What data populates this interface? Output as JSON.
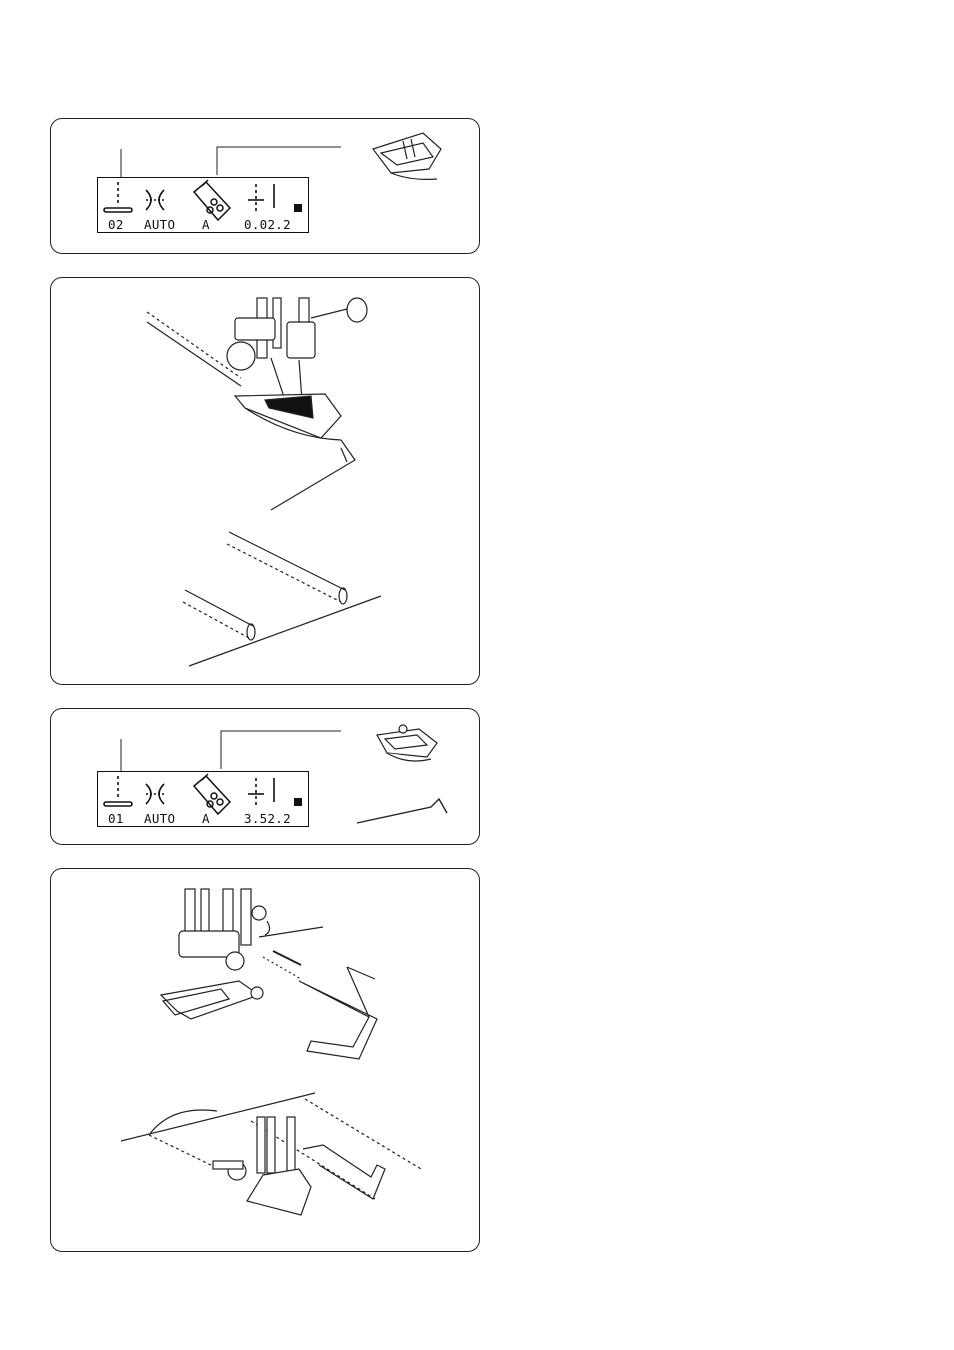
{
  "panel1": {
    "lcd": {
      "pattern": "02",
      "tension": "AUTO",
      "foot": "A",
      "settings": "0.02.2"
    }
  },
  "panel3": {
    "lcd": {
      "pattern": "01",
      "tension": "AUTO",
      "foot": "A",
      "settings": "3.52.2"
    }
  },
  "icons": {
    "stitch": "straight-stitch-icon",
    "tension": "thread-tension-icon",
    "foot": "presser-foot-icon",
    "length": "stitch-length-width-icon",
    "lock": "lock-icon"
  }
}
